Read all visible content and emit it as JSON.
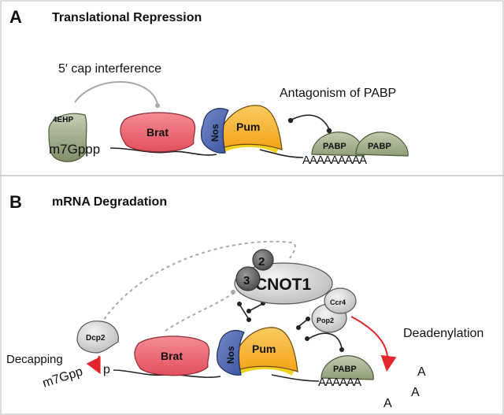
{
  "panel_a": {
    "letter": "A",
    "title": "Translational Repression",
    "cap_interference": "5′ cap interference",
    "antagonism": "Antagonism of PABP",
    "cap_label": "m7Gppp",
    "proteins": {
      "fourehp": "4EHP",
      "brat": "Brat",
      "nos": "Nos",
      "pum": "Pum",
      "pabp1": "PABP",
      "pabp2": "PABP"
    },
    "polya": "AAAAAAAAA"
  },
  "panel_b": {
    "letter": "B",
    "title": "mRNA Degradation",
    "decapping": "Decapping",
    "deadenylation": "Deadenylation",
    "cap_label": "m7Gpp",
    "phosphate": "p",
    "proteins": {
      "dcp2": "Dcp2",
      "brat": "Brat",
      "nos": "Nos",
      "pum": "Pum",
      "cnot1": "CNOT1",
      "cnot2": "2",
      "cnot3": "3",
      "ccr4": "Ccr4",
      "pop2": "Pop2",
      "pabp": "PABP"
    },
    "polya": "AAAAAA",
    "released_a": [
      "A",
      "A",
      "A"
    ]
  },
  "colors": {
    "brat": "#e8636f",
    "nos": "#4d67b0",
    "pum": "#f6b223",
    "pum_base": "#f2d21d",
    "pabp": "#a6b48f",
    "arrow_red": "#e2262b",
    "cnot": "#d9d9d9"
  }
}
